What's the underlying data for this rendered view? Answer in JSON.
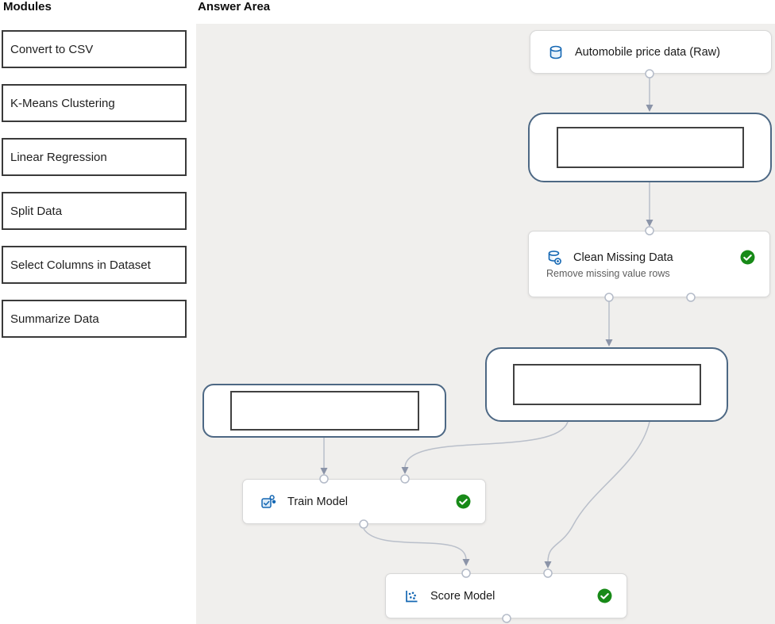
{
  "modules_panel": {
    "title": "Modules",
    "items": [
      "Convert to CSV",
      "K-Means Clustering",
      "Linear Regression",
      "Split Data",
      "Select Columns in Dataset",
      "Summarize Data"
    ]
  },
  "answer_area": {
    "title": "Answer Area",
    "dataset_node": {
      "label": "Automobile price data (Raw)",
      "icon": "database-icon"
    },
    "dropzones": {
      "count": 3,
      "state": "empty"
    },
    "clean_missing_node": {
      "label": "Clean Missing Data",
      "sublabel": "Remove missing value rows",
      "icon": "clean-data-icon",
      "status": "completed"
    },
    "train_node": {
      "label": "Train Model",
      "icon": "train-model-icon",
      "status": "completed"
    },
    "score_node": {
      "label": "Score Model",
      "icon": "score-model-icon",
      "status": "completed"
    }
  },
  "colors": {
    "accent_blue": "#1467b3",
    "success_green": "#188a18",
    "dropzone_border": "#4d6884",
    "connector_line": "#b9bfca",
    "arrowhead": "#8b94a8",
    "canvas_background": "#f0efed"
  }
}
